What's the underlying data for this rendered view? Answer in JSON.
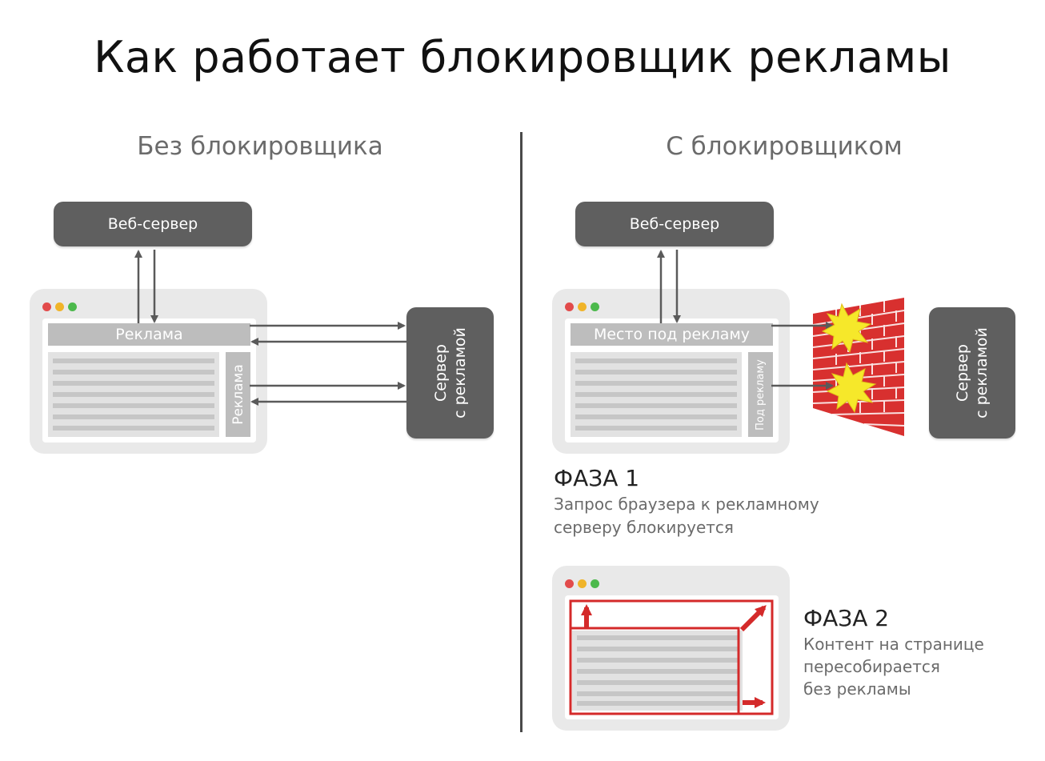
{
  "title": "Как работает блокировщик рекламы",
  "left": {
    "heading": "Без блокировщика",
    "web_server": "Веб-сервер",
    "top_ad": "Реклама",
    "side_ad": "Реклама",
    "ad_server_line1": "Сервер",
    "ad_server_line2": "с рекламой"
  },
  "right": {
    "heading": "С блокировщиком",
    "web_server": "Веб-сервер",
    "top_ad": "Место под рекламу",
    "side_ad": "Под рекламу",
    "ad_server_line1": "Сервер",
    "ad_server_line2": "с рекламой",
    "phase1_title": "ФАЗА 1",
    "phase1_line1": "Запрос браузера к рекламному",
    "phase1_line2": "серверу блокируется",
    "phase2_title": "ФАЗА 2",
    "phase2_line1": "Контент на странице",
    "phase2_line2": "пересобирается",
    "phase2_line3": "без рекламы"
  },
  "colors": {
    "server": "#5f5f5f",
    "browser": "#e9e9e9",
    "ad_placeholder": "#bdbdbd",
    "arrow": "#5a5a5a",
    "brick": "#d8302f",
    "burst": "#f6e82a",
    "reflow": "#d42a2a",
    "dot_red": "#e24b4b",
    "dot_yellow": "#f0b429",
    "dot_green": "#4cb94c"
  }
}
